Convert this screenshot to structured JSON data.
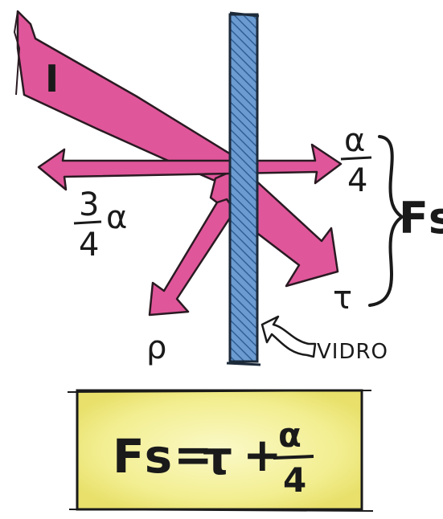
{
  "labels": {
    "incident": "I",
    "reflected_num": "3",
    "reflected_den": "4",
    "reflected_sym": "α",
    "absorbed_sym": "α",
    "absorbed_den": "4",
    "transmitted": "τ",
    "rho": "ρ",
    "fs": "Fs",
    "glass": "VIDRO"
  },
  "formula": {
    "lhs": "Fs",
    "eq": "=",
    "tau": "τ",
    "plus": "+",
    "num": "α",
    "den": "4"
  },
  "colors": {
    "arrow_pink": "#e0569a",
    "arrow_edge": "#2a1a22",
    "glass_blue": "#5b8fc6",
    "box_yellow": "#f3ef8a"
  }
}
